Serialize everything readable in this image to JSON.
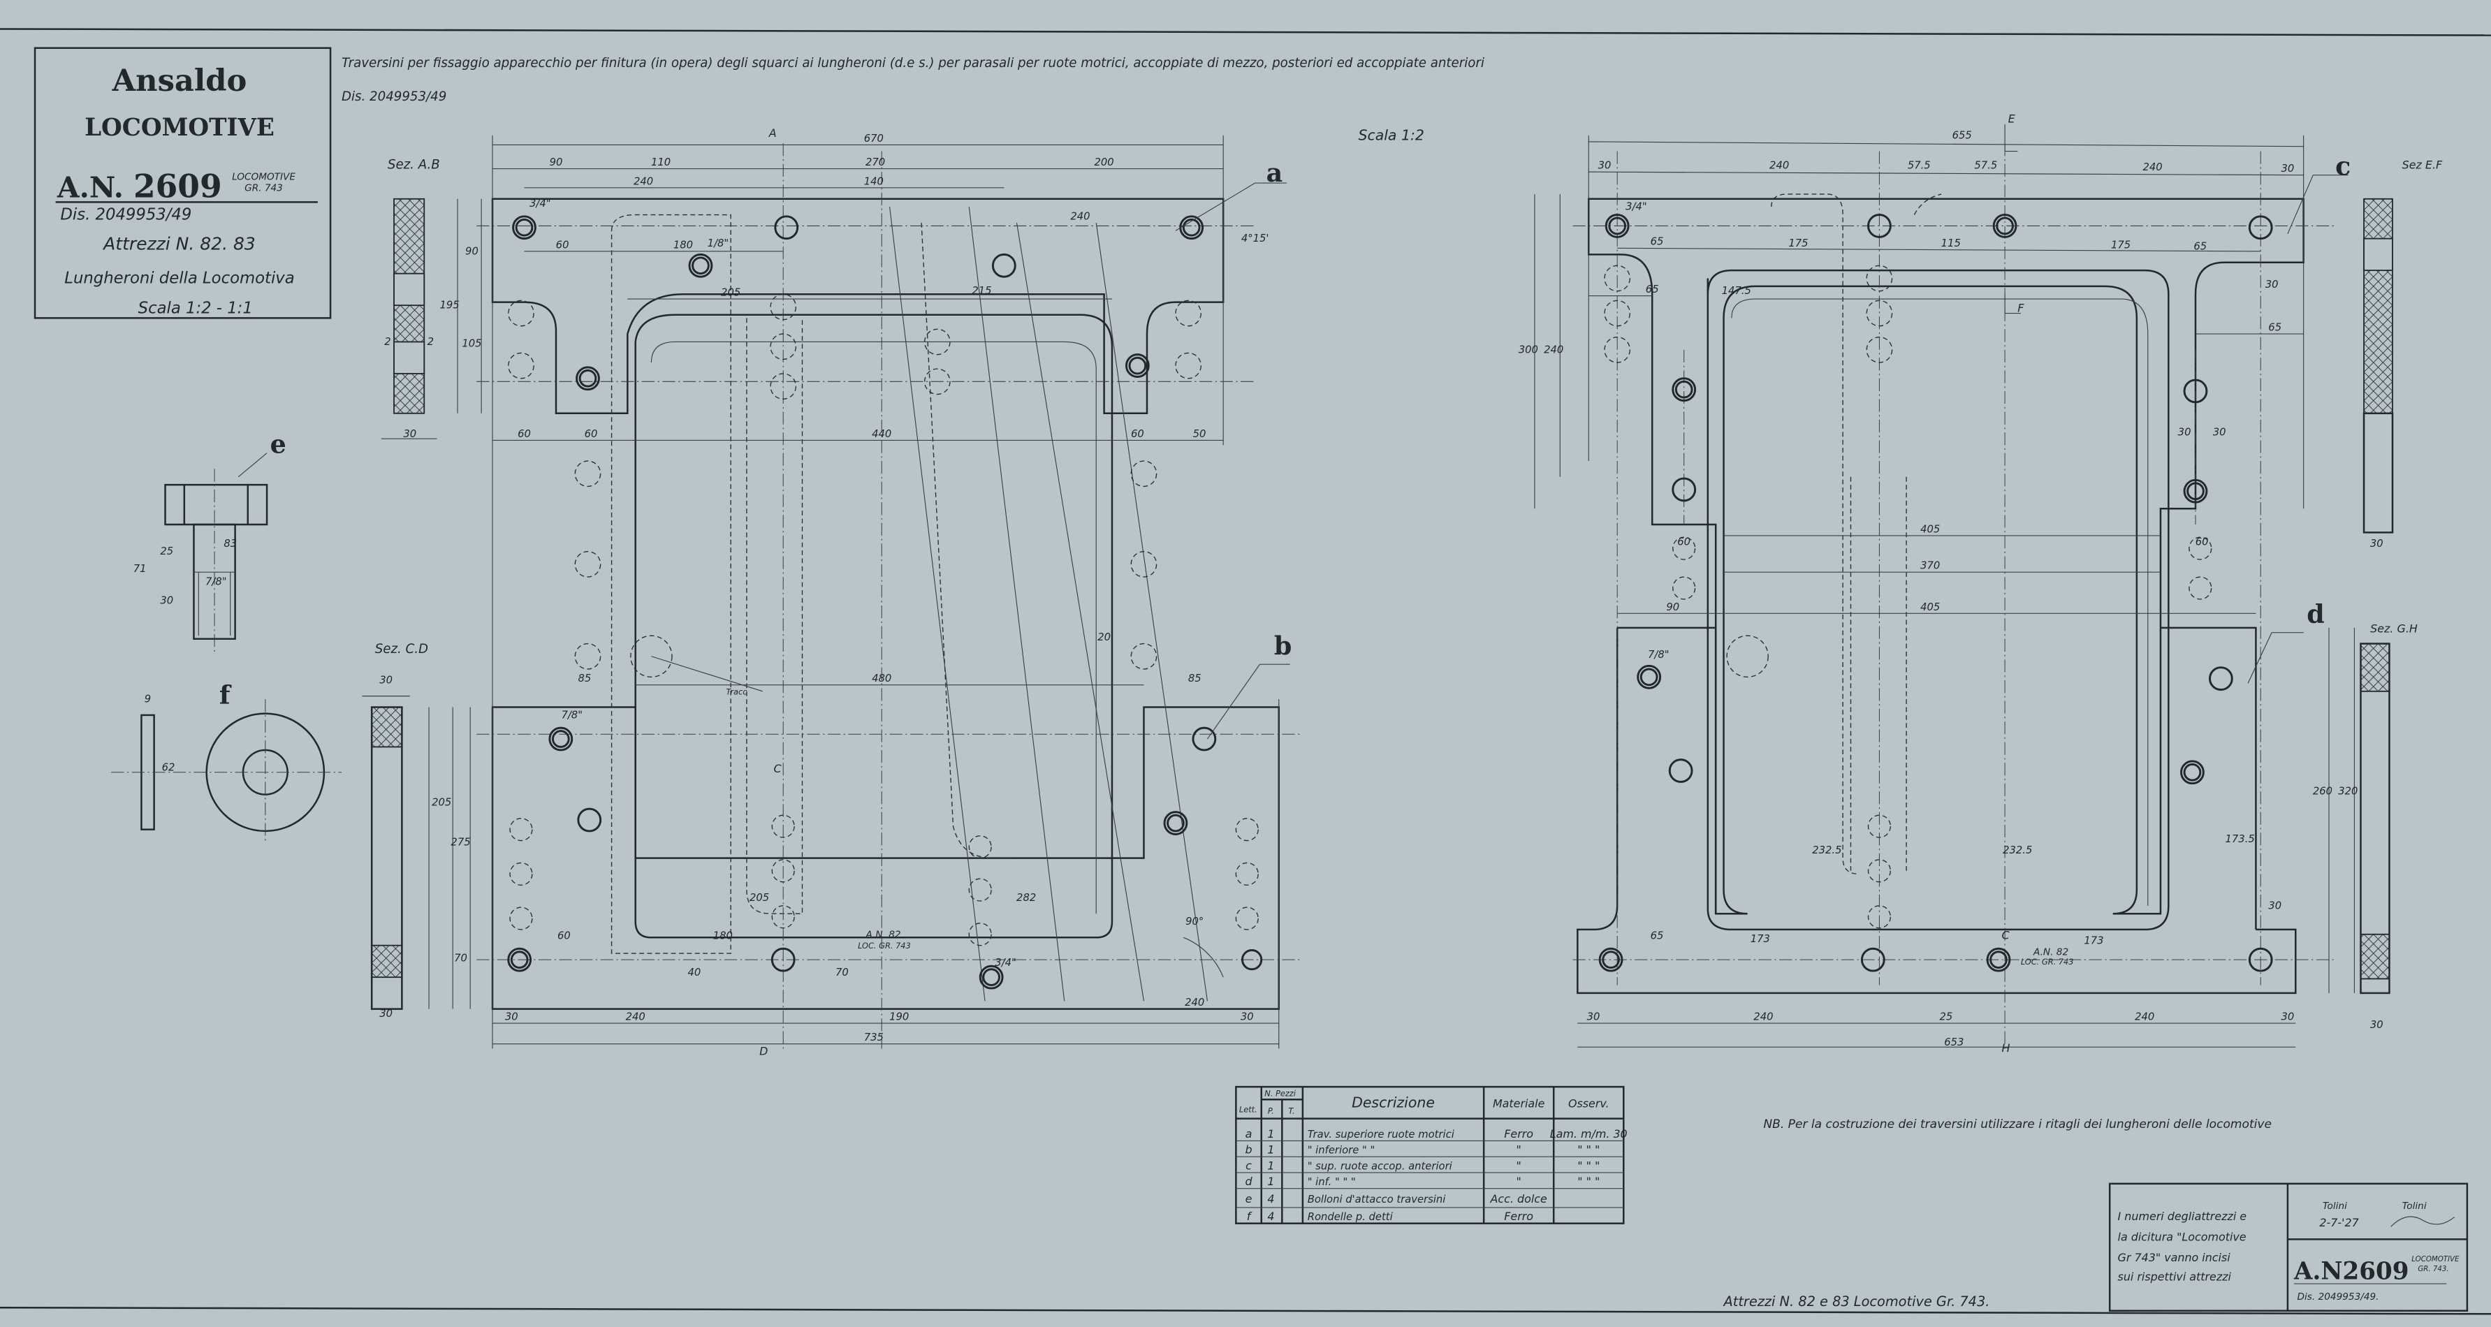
{
  "title_block": {
    "company": "Ansaldo",
    "division": "LOCOMOTIVE",
    "an_label": "A.N.",
    "an_number": "2609",
    "loco_line1": "LOCOMOTIVE",
    "loco_line2": "GR. 743",
    "drawing_no": "Dis. 2049953/49",
    "tools": "Attrezzi N. 82. 83",
    "subject": "Lungheroni della Locomotiva",
    "scale": "Scala 1:2 - 1:1"
  },
  "header": {
    "description": "Traversini per fissaggio apparecchio per finitura (in opera) degli squarci ai lungheroni (d.e s.) per parasali per ruote motrici, accoppiate di mezzo, posteriori ed accoppiate anteriori",
    "drawing_no": "Dis. 2049953/49",
    "scale": "Scala 1:2"
  },
  "views": {
    "left": {
      "section_top": "Sez. A.B",
      "section_bottom": "Sez. C.D",
      "markers": [
        "A",
        "C",
        "D",
        "a",
        "b"
      ],
      "stamp_line1": "A.N. 82",
      "stamp_line2": "LOC. GR. 743",
      "trace_label": "Tracc",
      "dims": [
        "670",
        "90",
        "110",
        "270",
        "200",
        "240",
        "140",
        "60",
        "180",
        "205",
        "215",
        "240",
        "90",
        "195",
        "105",
        "30",
        "60",
        "60",
        "440",
        "60",
        "50",
        "480",
        "85",
        "85",
        "205",
        "180",
        "240",
        "190",
        "240",
        "735",
        "30",
        "60",
        "282",
        "30",
        "20",
        "40",
        "70",
        "275",
        "70",
        "205",
        "30",
        "30",
        "2",
        "2",
        "3/4\"",
        "7/8\"",
        "1/8\"",
        "4°15'",
        "90°",
        "3/4\""
      ]
    },
    "right": {
      "section_top": "Sez E.F",
      "section_bottom": "Sez. G.H",
      "markers": [
        "E",
        "F",
        "C",
        "H",
        "c",
        "d"
      ],
      "stamp_line1": "A.N. 82",
      "stamp_line2": "LOC. GR. 743",
      "dims": [
        "655",
        "30",
        "240",
        "57.5",
        "57.5",
        "240",
        "30",
        "65",
        "175",
        "115",
        "175",
        "65",
        "65",
        "65",
        "300",
        "240",
        "405",
        "370",
        "405",
        "90",
        "60",
        "60",
        "30",
        "30",
        "232.5",
        "232.5",
        "65",
        "173",
        "173",
        "30",
        "240",
        "25",
        "240",
        "30",
        "653",
        "260",
        "320",
        "30",
        "30",
        "3/4\"",
        "7/8\"",
        "30",
        "30",
        "147.5",
        "173.5"
      ]
    },
    "bolt": {
      "marker": "e",
      "dims": [
        "83",
        "25",
        "71",
        "30",
        "7/8\""
      ]
    },
    "washer": {
      "marker": "f",
      "dims": [
        "62",
        "9"
      ]
    }
  },
  "parts_table": {
    "headers": {
      "lett": "Lett.",
      "pieces": "N. Pezzi",
      "p": "P.",
      "t": "T.",
      "description": "Descrizione",
      "material": "Materiale",
      "notes": "Osserv."
    },
    "rows": [
      {
        "lett": "a",
        "p": "1",
        "t": "",
        "description": "Trav. superiore ruote motrici",
        "material": "Ferro",
        "notes": "Lam. m/m. 30"
      },
      {
        "lett": "b",
        "p": "1",
        "t": "",
        "description": "\" inferiore \" \"",
        "material": "\"",
        "notes": "\" \" \""
      },
      {
        "lett": "c",
        "p": "1",
        "t": "",
        "description": "\" sup. ruote accop. anteriori",
        "material": "\"",
        "notes": "\" \" \""
      },
      {
        "lett": "d",
        "p": "1",
        "t": "",
        "description": "\" inf. \" \" \"",
        "material": "\"",
        "notes": "\" \" \""
      },
      {
        "lett": "e",
        "p": "4",
        "t": "",
        "description": "Bolloni d'attacco traversini",
        "material": "Acc. dolce",
        "notes": ""
      },
      {
        "lett": "f",
        "p": "4",
        "t": "",
        "description": "Rondelle p. detti",
        "material": "Ferro",
        "notes": ""
      }
    ]
  },
  "note": "NB. Per la costruzione dei traversini utilizzare i ritagli dei lungheroni delle locomotive",
  "engraving_note": [
    "I numeri degliattrezzi e",
    "la dicitura \"Locomotive",
    "Gr 743\" vanno incisi",
    "sui rispettivi attrezzi"
  ],
  "approval": {
    "signature1": "Tolini",
    "date": "2-7-'27",
    "signature2": "Tolini"
  },
  "stamp": {
    "an": "A.N2609",
    "loco_line1": "LOCOMOTIVE",
    "loco_line2": "GR. 743.",
    "drawing_no": "Dis. 2049953/49."
  },
  "footer": "Attrezzi N. 82 e 83 Locomotive  Gr. 743.",
  "colors": {
    "paper": "#b9c5c9",
    "ink": "#23282b"
  }
}
